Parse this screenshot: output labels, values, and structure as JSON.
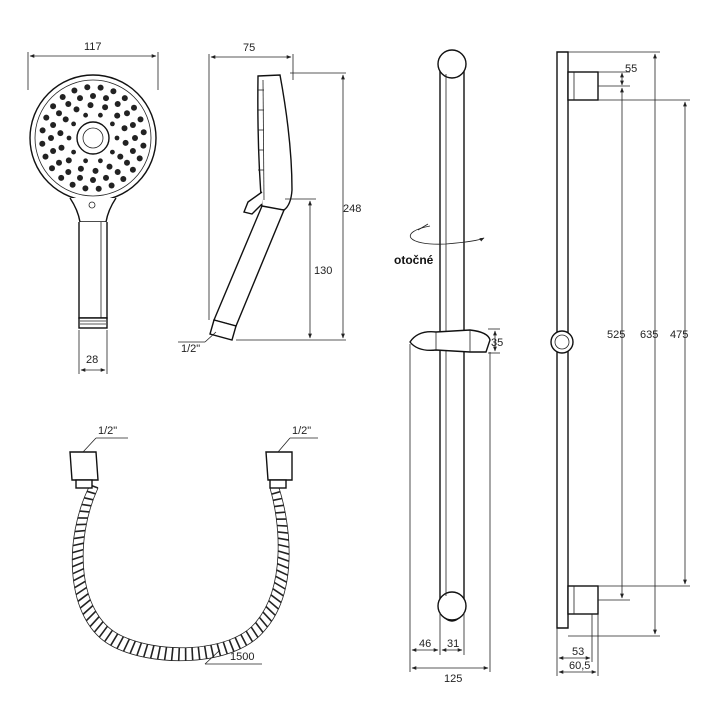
{
  "handshower_front": {
    "width_label": "117",
    "connector_label": "28"
  },
  "handshower_side": {
    "depth_label": "75",
    "height_label": "248",
    "grip_label": "130",
    "thread_label": "1/2\""
  },
  "hose": {
    "thread_left": "1/2\"",
    "thread_right": "1/2\"",
    "length_label": "1500"
  },
  "rail_front": {
    "rotation_label": "otočné",
    "holder_label": "35",
    "dim_left": "46",
    "dim_mid": "31",
    "dim_total": "125"
  },
  "rail_side": {
    "dim_top": "55",
    "dim_525": "525",
    "dim_635": "635",
    "dim_475": "475",
    "dim_53": "53",
    "dim_605": "60,5"
  }
}
